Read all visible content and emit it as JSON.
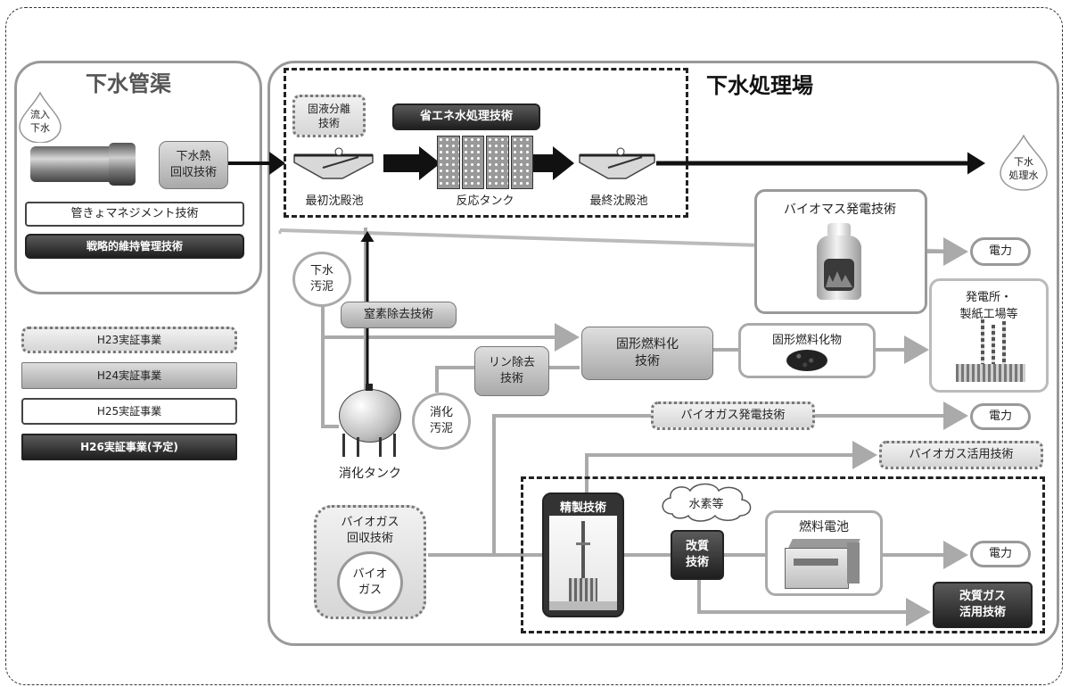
{
  "sewer_pipe": {
    "title": "下水管渠",
    "inflow_label": "流入\n下水",
    "heat_recovery": "下水熱\n回収技術",
    "pipe_management": "管きょマネジメント技術",
    "maintenance": "戦略的維持管理技術"
  },
  "plant": {
    "title": "下水処理場",
    "solid_liquid_sep": "固液分離\n技術",
    "energy_saving": "省エネ水処理技術",
    "primary_clarifier": "最初沈殿池",
    "reaction_tank": "反応タンク",
    "final_clarifier": "最終沈殿池",
    "treated_water": "下水\n処理水",
    "sludge": "下水\n汚泥",
    "nitrogen_removal": "窒素除去技術",
    "biomass_power": "バイオマス発電技術",
    "electric_power": "電力",
    "power_plant": "発電所・\n製紙工場等",
    "solid_fuel_tech": "固形燃料化\n技術",
    "solid_fuel_product": "固形燃料化物",
    "phosphorus_removal": "リン除去\n技術",
    "digested_sludge": "消化\n汚泥",
    "digestion_tank": "消化タンク",
    "biogas_power": "バイオガス発電技術",
    "biogas_utilization": "バイオガス活用技術",
    "biogas_recovery": "バイオガス\n回収技術",
    "biogas": "バイオ\nガス",
    "refining": "精製技術",
    "hydrogen": "水素等",
    "reforming": "改質\n技術",
    "fuel_cell": "燃料電池",
    "reformed_gas": "改質ガス\n活用技術"
  },
  "legend": {
    "items": [
      "H23実証事業",
      "H24実証事業",
      "H25実証事業",
      "H26実証事業(予定)"
    ]
  }
}
